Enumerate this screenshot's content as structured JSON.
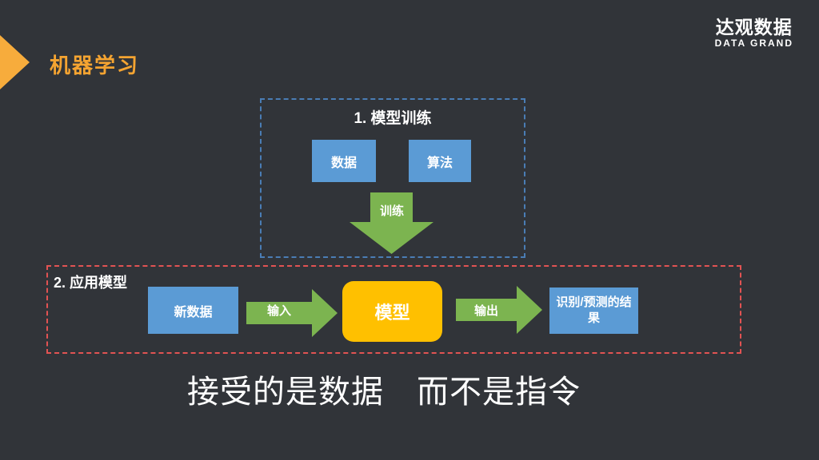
{
  "slide": {
    "title": "机器学习",
    "logo": {
      "cn": "达观数据",
      "en": "DATA GRAND"
    },
    "training": {
      "heading": "1. 模型训练",
      "box1": "数据",
      "box2": "算法",
      "arrow": "训练"
    },
    "apply": {
      "heading": "2. 应用模型",
      "new_data": "新数据",
      "input": "输入",
      "model": "模型",
      "output": "输出",
      "result": "识别/预测的结果"
    },
    "caption": "接受的是数据　而不是指令",
    "colors": {
      "background": "#313439",
      "accent_orange": "#f5a431",
      "marker_orange": "#f7ac3c",
      "blue_box": "#5b9bd5",
      "green_arrow": "#7cb450",
      "yellow_model": "#ffc000",
      "training_border": "#4a7db5",
      "apply_border": "#e25353",
      "text_white": "#ffffff"
    }
  }
}
